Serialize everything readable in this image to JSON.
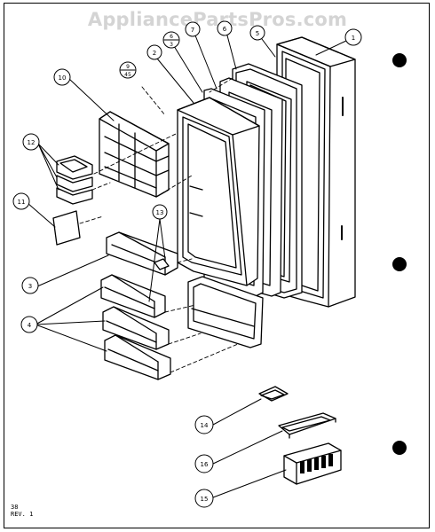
{
  "watermark": "AppliancePartsPros.com",
  "callouts": [
    {
      "id": "c1",
      "text": "1"
    },
    {
      "id": "c5",
      "text": "5"
    },
    {
      "id": "c6",
      "text": "6"
    },
    {
      "id": "c7",
      "text": "7"
    },
    {
      "id": "c2",
      "text": "2"
    },
    {
      "id": "c6b",
      "text": "6"
    },
    {
      "id": "c3b",
      "text": "3"
    },
    {
      "id": "c9",
      "text": "9"
    },
    {
      "id": "c45",
      "text": "45"
    },
    {
      "id": "c10",
      "text": "10"
    },
    {
      "id": "c12",
      "text": "12"
    },
    {
      "id": "c11",
      "text": "11"
    },
    {
      "id": "c13",
      "text": "13"
    },
    {
      "id": "c3",
      "text": "3"
    },
    {
      "id": "c4",
      "text": "4"
    },
    {
      "id": "c14",
      "text": "14"
    },
    {
      "id": "c16",
      "text": "16"
    },
    {
      "id": "c15",
      "text": "15"
    }
  ],
  "footer": {
    "page": "38",
    "rev": "REV. 1"
  }
}
